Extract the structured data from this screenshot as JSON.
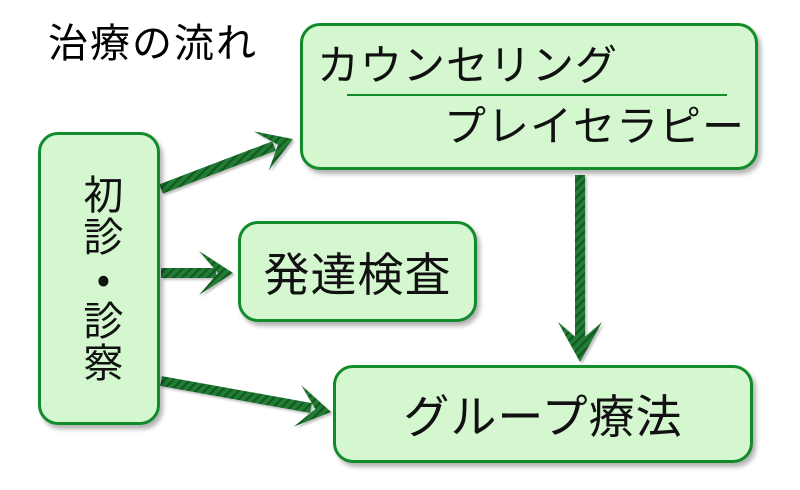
{
  "title": "治療の流れ",
  "nodes": {
    "intake": {
      "label": "初診・診察",
      "writing": "vertical"
    },
    "counseling": {
      "line1": "カウンセリング",
      "line2": "プレイセラピー"
    },
    "devtest": {
      "label": "発達検査"
    },
    "group": {
      "label": "グループ療法"
    }
  },
  "edges": [
    {
      "from": "intake",
      "to": "counseling"
    },
    {
      "from": "intake",
      "to": "devtest"
    },
    {
      "from": "intake",
      "to": "group"
    },
    {
      "from": "counseling",
      "to": "group"
    }
  ],
  "colors": {
    "background": "#ffffff",
    "node_fill": "#d4f7d0",
    "node_border": "#128b2b",
    "separator_line": "#128b2b",
    "arrow_base": "#1f7d35",
    "arrow_hatch": "#14581f",
    "text": "#111111",
    "title_text": "#000000"
  }
}
